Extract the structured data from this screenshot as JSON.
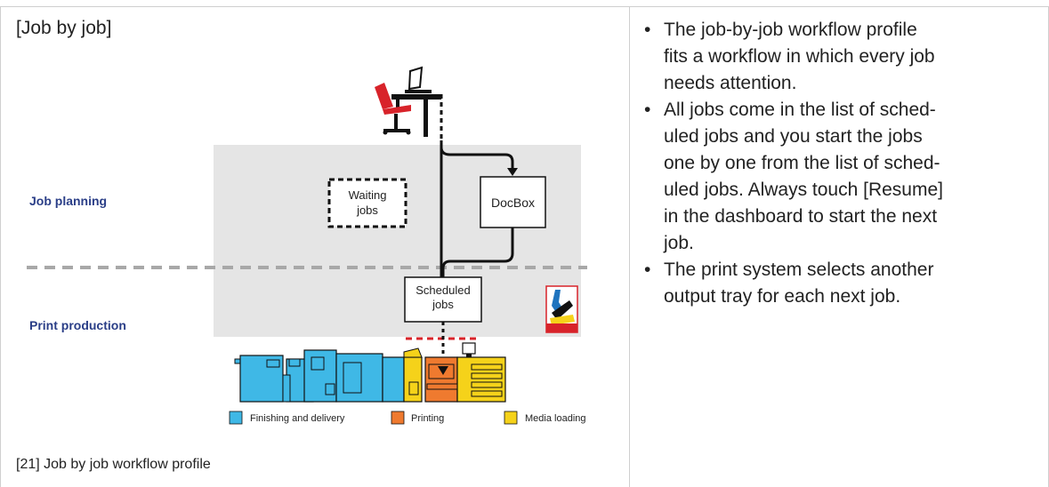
{
  "figure": {
    "title": "[Job by job]",
    "caption": "[21] Job by job workflow profile"
  },
  "diagram": {
    "zones": {
      "job_planning": "Job planning",
      "print_production": "Print production"
    },
    "boxes": {
      "waiting_jobs_line1": "Waiting",
      "waiting_jobs_line2": "jobs",
      "docbox": "DocBox",
      "scheduled_jobs_line1": "Scheduled",
      "scheduled_jobs_line2": "jobs"
    },
    "legend": [
      {
        "label": "Finishing and delivery",
        "color": "#3fb8e6"
      },
      {
        "label": "Printing",
        "color": "#ef7a2f"
      },
      {
        "label": "Media loading",
        "color": "#f5d21a"
      }
    ],
    "colors": {
      "zone_background": "#e5e5e5",
      "zone_label": "#2a3e87",
      "divider": "#a8a8a8",
      "red_dashes": "#d8232a"
    }
  },
  "text": {
    "bullets": [
      "The job-by-job workflow profile fits a workflow in which every job needs attention.",
      "All jobs come in the list of sched-uled jobs and you start the jobs one by one from the list of sched-uled jobs. Always touch [Resume] in the dashboard to start the next job.",
      "The print system selects another output tray for each next job."
    ],
    "bullet_lines": [
      [
        "The job-by-job workflow profile",
        "fits a workflow in which every job",
        "needs attention."
      ],
      [
        "All jobs come in the list of sched-",
        "uled jobs and you start the jobs",
        "one by one from the list of sched-",
        "uled jobs. Always touch [Resume]",
        "in the dashboard to start the next",
        "job."
      ],
      [
        "The print system selects another",
        "output tray for each next job."
      ]
    ]
  }
}
